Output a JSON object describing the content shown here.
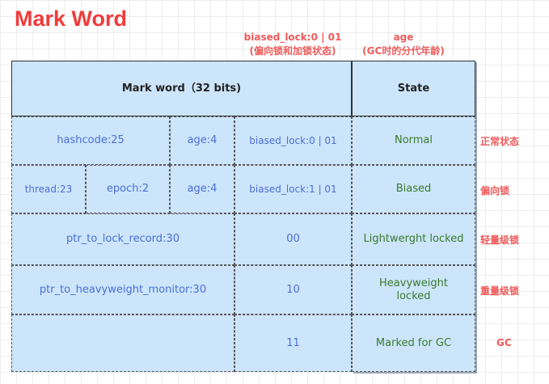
{
  "title": "Mark Word",
  "notes": {
    "biased_line1": "biased_lock:0 | 01",
    "biased_line2": "(偏向锁和加锁状态)",
    "age_line1": "age",
    "age_line2": "(GC时的分代年龄)"
  },
  "header": {
    "mark_word": "Mark word（32 bits)",
    "state": "State"
  },
  "rows": {
    "normal": {
      "hashcode": "hashcode:25",
      "age": "age:4",
      "biased": "biased_lock:0 | 01",
      "state": "Normal",
      "side": "正常状态"
    },
    "biased": {
      "thread": "thread:23",
      "epoch": "epoch:2",
      "age": "age:4",
      "biased": "biased_lock:1 | 01",
      "state": "Biased",
      "side": "偏向锁"
    },
    "lightweight": {
      "ptr": "ptr_to_lock_record:30",
      "bits": "00",
      "state": "Lightwerght locked",
      "side": "轻量级锁"
    },
    "heavyweight": {
      "ptr": "ptr_to_heavyweight_monitor:30",
      "bits": "10",
      "state": "Heavyweight locked",
      "side": "重量级锁"
    },
    "gc": {
      "bits": "11",
      "state": "Marked for GC",
      "side": "GC"
    }
  },
  "colors": {
    "title": "#ef3b3b",
    "annotation": "#ef5a5a",
    "cell_fill": "#cce5fb",
    "cell_text": "#4b6fd6",
    "state_text": "#3a7a2a"
  }
}
